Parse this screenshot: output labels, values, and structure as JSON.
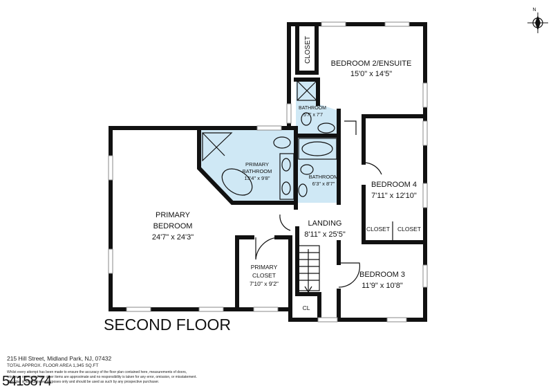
{
  "title": "SECOND FLOOR",
  "compass": "N",
  "rooms": {
    "bed2": {
      "name": "BEDROOM 2/ENSUITE",
      "dim": "15'0\" x 14'5\""
    },
    "closet_top": {
      "name": "CLOSET"
    },
    "bath_small": {
      "name": "BATHROOM",
      "dim": "5'7\" x 7'7"
    },
    "primary_bath": {
      "name1": "PRIMARY",
      "name2": "BATHROOM",
      "dim": "13'4\" x 9'8\""
    },
    "bath2": {
      "name": "BATHROOM",
      "dim": "6'3\" x 8'7\""
    },
    "bed4": {
      "name": "BEDROOM 4",
      "dim": "7'11\" x 12'10\""
    },
    "primary_bed": {
      "name1": "PRIMARY",
      "name2": "BEDROOM",
      "dim": "24'7\" x 24'3\""
    },
    "landing": {
      "name": "LANDING",
      "dim": "8'11\" x 25'5\""
    },
    "closet_a": {
      "name": "CLOSET"
    },
    "closet_b": {
      "name": "CLOSET"
    },
    "primary_closet": {
      "name1": "PRIMARY",
      "name2": "CLOSET",
      "dim": "7'10\" x 9'2\""
    },
    "bed3": {
      "name": "BEDROOM 3",
      "dim": "11'9\" x 10'8\""
    },
    "cl": {
      "name": "CL"
    }
  },
  "footer": {
    "address": "215 Hill Street, Midland Park, NJ, 07432",
    "area": "TOTAL APPROX. FLOOR AREA 1,345 SQ.FT",
    "disclaimer1": "Whilst every attempt has been made to ensure the accuracy of the floor plan contained here, measurements of doors,",
    "disclaimer2": "windows, rooms and any other items are approximate and no responsibility is taken for any error, omission, or misstatement.",
    "disclaimer3": "This plan is for illustrative purposes only and should be used as such by any prospective purchaser.",
    "mls": "5415874"
  }
}
